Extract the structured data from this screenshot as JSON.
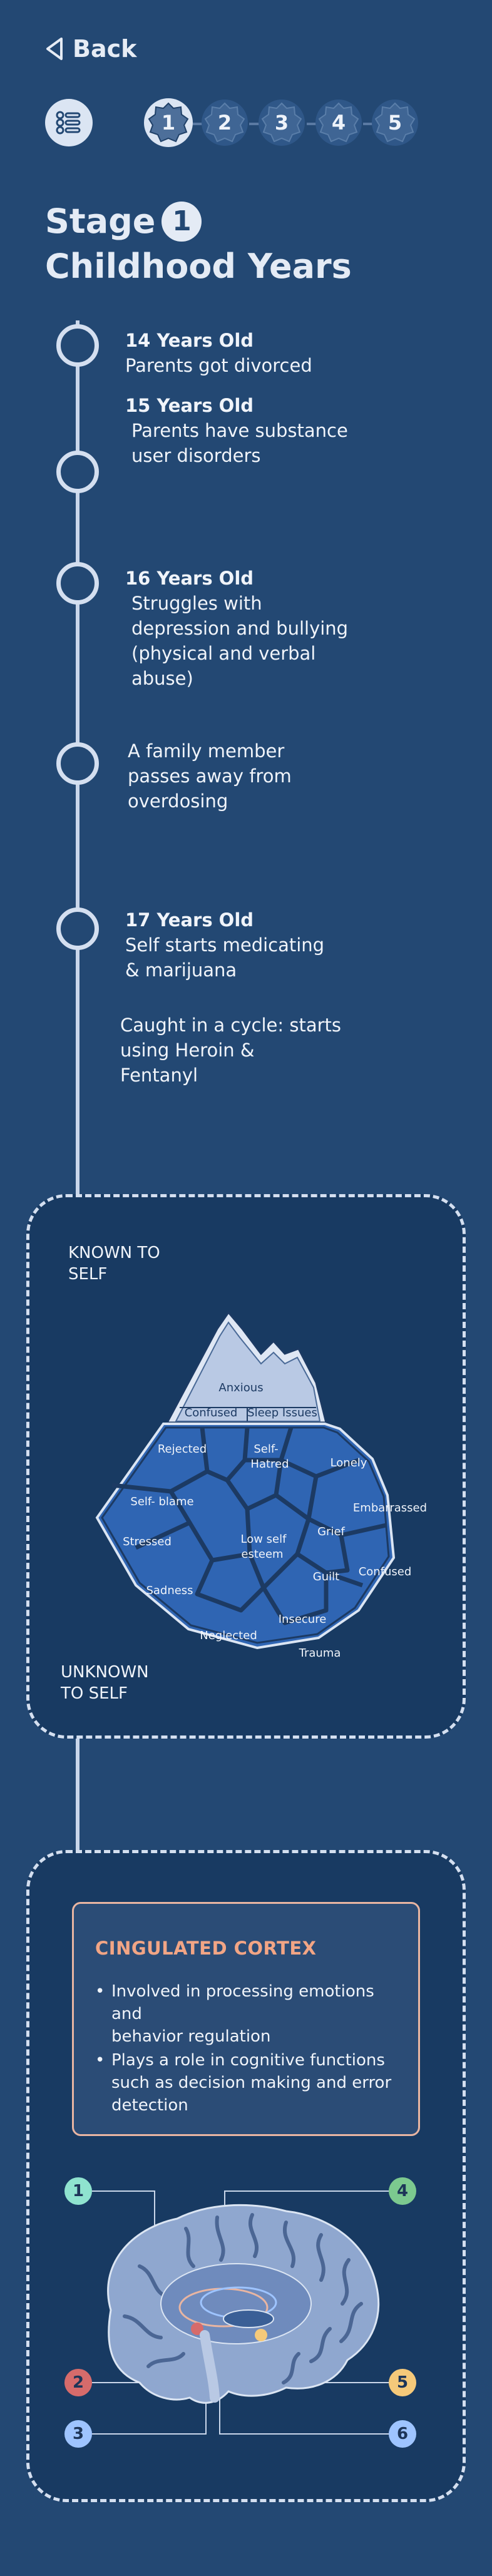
{
  "nav": {
    "back_label": "Back"
  },
  "steps": [
    "1",
    "2",
    "3",
    "4",
    "5"
  ],
  "stage": {
    "prefix": "Stage",
    "number": "1",
    "title": "Childhood Years"
  },
  "timeline": [
    {
      "year": "14 Years Old",
      "desc": [
        "Parents got divorced"
      ]
    },
    {
      "year": "15 Years Old",
      "desc": [
        "Parents have substance",
        "user disorders"
      ]
    },
    {
      "year": "16 Years Old",
      "desc": [
        "Struggles with",
        "depression and bullying",
        "(physical and verbal",
        "abuse)"
      ]
    },
    {
      "year": "",
      "desc": [
        "A family member",
        "passes away from",
        "overdosing"
      ]
    },
    {
      "year": "17 Years Old",
      "desc": [
        "Self starts medicating",
        "& marijuana"
      ]
    },
    {
      "year": "",
      "desc": [
        "Caught in a cycle: starts",
        "using Heroin &",
        "Fentanyl"
      ]
    }
  ],
  "iceberg": {
    "known_label": [
      "KNOWN TO",
      "SELF"
    ],
    "unknown_label": [
      "UNKNOWN",
      "TO SELF"
    ],
    "tip_labels": [
      "Anxious",
      "Confused",
      "Sleep Issues"
    ],
    "below_labels": [
      "Rejected",
      "Self-",
      "Hatred",
      "Lonely",
      "Self- blame",
      "Embarrassed",
      "Grief",
      "Stressed",
      "Low self",
      "esteem",
      "Guilt",
      "Confused",
      "Sadness",
      "Insecure",
      "Neglected",
      "Trauma"
    ]
  },
  "cingulated": {
    "title": "CINGULATED CORTEX",
    "bullets": [
      [
        "Involved in processing emotions and",
        "behavior regulation"
      ],
      [
        "Plays a role in cognitive functions",
        "such as decision making and error",
        "detection"
      ]
    ]
  },
  "brain_markers": [
    {
      "label": "1",
      "color": "#8fe3cf"
    },
    {
      "label": "4",
      "color": "#7cc98f"
    },
    {
      "label": "2",
      "color": "#d66b6b"
    },
    {
      "label": "5",
      "color": "#f5c97a"
    },
    {
      "label": "3",
      "color": "#9ec4ff"
    },
    {
      "label": "6",
      "color": "#9ec4ff"
    }
  ],
  "colors": {
    "background": "#234873",
    "panel": "#183a62",
    "accent_title": "#f2a585",
    "iceberg_blue": "#3269b8"
  }
}
